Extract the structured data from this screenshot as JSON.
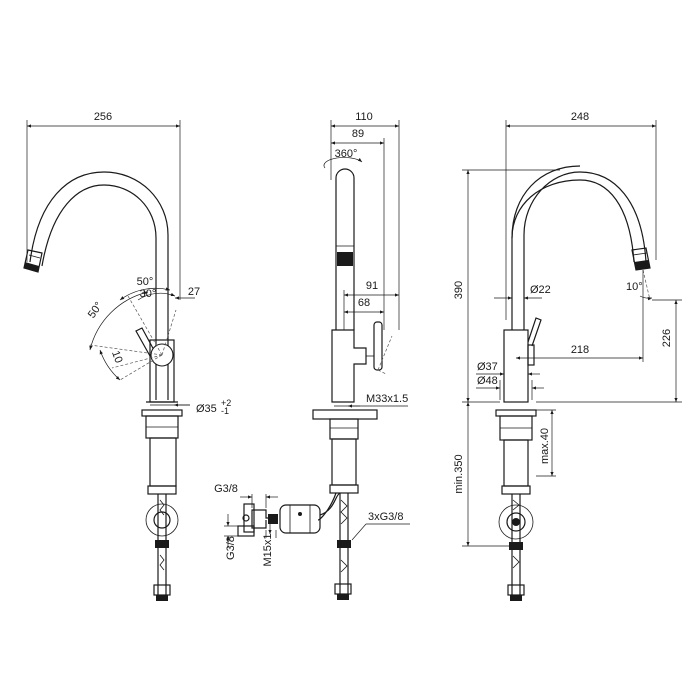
{
  "views": {
    "left": {
      "width": "256",
      "angle_a": "50°",
      "angle_b": "30°",
      "angle_c": "27",
      "angle_d": "50°",
      "angle_e": "10",
      "diameter": "Ø35",
      "tol_plus": "+2",
      "tol_minus": "-1"
    },
    "middle": {
      "width_total": "110",
      "width_spout": "89",
      "rotation": "360°",
      "lever_outer": "91",
      "lever_inner": "68",
      "thread": "M33x1.5",
      "valve_label": "G3/8",
      "valve_side": "G3/8",
      "valve_thread": "M15x1",
      "hose_connections": "3xG3/8"
    },
    "right": {
      "width": "248",
      "height": "390",
      "spout_dia": "Ø22",
      "spout_angle": "10°",
      "reach": "218",
      "spout_height": "226",
      "body_dia_small": "Ø37",
      "body_dia_large": "Ø48",
      "counter_min": "min.350",
      "counter_max": "max.40"
    }
  }
}
